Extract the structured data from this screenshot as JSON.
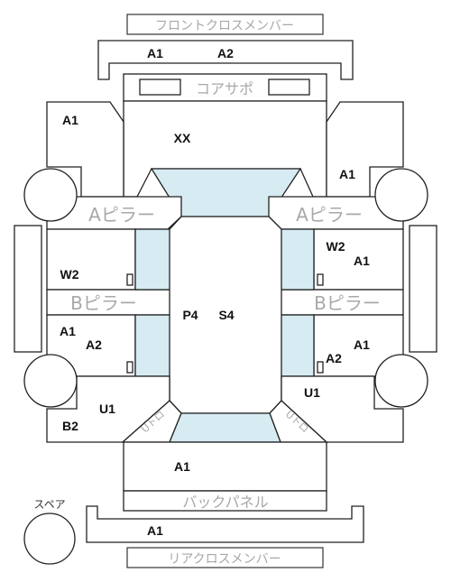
{
  "parts": {
    "front_cross_member": "フロントクロスメンバー",
    "core_support": "コアサポ",
    "a_pillar": "Aピラー",
    "b_pillar": "Bピラー",
    "spare": "スペア",
    "back_panel": "バックパネル",
    "rear_cross_member": "リアクロスメンバー",
    "u_tro": "Uトロ"
  },
  "grades": {
    "front_cross_member_a1": "A1",
    "front_cross_member_a2": "A2",
    "left_front_fender": "A1",
    "hood": "XX",
    "right_front_fender": "A1",
    "left_front_door": "W2",
    "right_front_door_w2": "W2",
    "right_front_door_a1": "A1",
    "roof_p4": "P4",
    "roof_s4": "S4",
    "left_rear_door_a1": "A1",
    "left_rear_door_a2": "A2",
    "right_rear_door_a1": "A1",
    "right_rear_door_a2": "A2",
    "left_rear_fender_u1": "U1",
    "left_rear_fender_b2": "B2",
    "right_rear_fender_u1": "U1",
    "trunk": "A1",
    "rear_cross_member": "A1"
  },
  "colors": {
    "glass": "#d6ebf2",
    "line": "#222222",
    "muted_label": "#a8a8a8"
  }
}
